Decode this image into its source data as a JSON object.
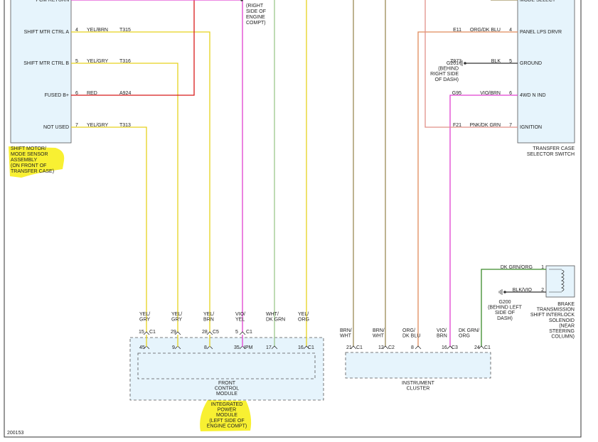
{
  "diagram_id": "200153",
  "shift_motor_assembly": {
    "pins": [
      {
        "label": "PCM RETURN"
      },
      {
        "label": "SHIFT MTR CTRL A",
        "num": "4",
        "color": "YEL/BRN",
        "circuit": "T315"
      },
      {
        "label": "SHIFT MTR CTRL B",
        "num": "5",
        "color": "YEL/GRY",
        "circuit": "T316"
      },
      {
        "label": "FUSED B+",
        "num": "6",
        "color": "RED",
        "circuit": "A924"
      },
      {
        "label": "NOT USED",
        "num": "7",
        "color": "YEL/GRY",
        "circuit": "T313"
      }
    ],
    "name_lines": [
      "SHIFT MOTOR/",
      "MODE SENSOR",
      "ASSEMBLY",
      "(ON FRONT OF",
      "TRANSFER CASE)"
    ]
  },
  "ground_top": {
    "lines": [
      "(RIGHT",
      "SIDE OF",
      "ENGINE",
      "COMPT)"
    ]
  },
  "transfer_case_switch": {
    "pins": [
      {
        "label": "MODE SELECT"
      },
      {
        "label": "PANEL LPS DRVR",
        "num": "4",
        "color": "ORG/DK BLU",
        "circuit": "E11"
      },
      {
        "label": "GROUND",
        "num": "5",
        "color": "BLK",
        "circuit": "Z973"
      },
      {
        "label": "4WD N IND",
        "num": "6",
        "color": "VIO/BRN",
        "circuit": "G95"
      },
      {
        "label": "IGNITION",
        "num": "7",
        "color": "PNK/DK GRN",
        "circuit": "F21"
      }
    ],
    "name_lines": [
      "TRANSFER CASE",
      "SELECTOR SWITCH"
    ]
  },
  "ground_g201": {
    "lines": [
      "G201",
      "(BEHIND",
      "RIGHT SIDE",
      "OF DASH)"
    ]
  },
  "ipm": {
    "wire_labels": [
      {
        "lines": [
          "YEL/",
          "GRY"
        ]
      },
      {
        "lines": [
          "YEL/",
          "GRY"
        ]
      },
      {
        "lines": [
          "YEL/",
          "BRN"
        ]
      },
      {
        "lines": [
          "VIO/",
          "YEL"
        ]
      },
      {
        "lines": [
          "WHT/",
          "DK GRN"
        ]
      },
      {
        "lines": [
          "YEL/",
          "ORG"
        ]
      }
    ],
    "top_pins": [
      {
        "num": "15",
        "conn": "C1"
      },
      {
        "num": "29",
        "conn": ""
      },
      {
        "num": "28",
        "conn": "C5"
      },
      {
        "num": "5",
        "conn": "C1"
      }
    ],
    "bottom_pins": [
      {
        "num": "45",
        "conn": ""
      },
      {
        "num": "9",
        "conn": ""
      },
      {
        "num": "8",
        "conn": ""
      },
      {
        "num": "35",
        "conn": "IPM"
      },
      {
        "num": "17",
        "conn": ""
      },
      {
        "num": "16",
        "conn": "C1"
      }
    ],
    "fcm_lines": [
      "FRONT",
      "CONTROL",
      "MODULE"
    ],
    "ipm_lines": [
      "INTEGRATED",
      "POWER",
      "MODULE",
      "(LEFT SIDE OF",
      "ENGINE COMPT)"
    ]
  },
  "cluster": {
    "wire_labels": [
      {
        "lines": [
          "BRN/",
          "WHT"
        ]
      },
      {
        "lines": [
          "BRN/",
          "WHT"
        ]
      },
      {
        "lines": [
          "ORG/",
          "DK BLU"
        ]
      },
      {
        "lines": [
          "VIO/",
          "BRN"
        ]
      },
      {
        "lines": [
          "DK GRN/",
          "ORG"
        ]
      }
    ],
    "pins": [
      {
        "num": "21",
        "conn": "C1"
      },
      {
        "num": "12",
        "conn": "C2"
      },
      {
        "num": "8",
        "conn": ""
      },
      {
        "num": "16",
        "conn": "C3"
      },
      {
        "num": "24",
        "conn": "C1"
      }
    ],
    "name_lines": [
      "INSTRUMENT",
      "CLUSTER"
    ]
  },
  "solenoid": {
    "pins": [
      {
        "num": "1",
        "color": "DK GRN/ORG"
      },
      {
        "num": "2",
        "color": "BLK/VIO"
      }
    ],
    "ground_lines": [
      "G200",
      "(BEHIND LEFT",
      "SIDE OF",
      "DASH)"
    ],
    "name_lines": [
      "BRAKE",
      "TRANSMISSION",
      "SHIFT INTERLOCK",
      "SOLENOID",
      "(NEAR",
      "STEERING",
      "COLUMN)"
    ]
  },
  "colors": {
    "wire_yellow": "#e6d21e",
    "wire_red": "#d81b1b",
    "wire_pink": "#e040d0",
    "wire_green": "#9cc88c",
    "wire_brown": "#9c8a55",
    "wire_orange": "#e08a5a",
    "wire_pink_dk_grn": "#e09088",
    "wire_dk_grn_org": "#3a8a2a",
    "box_fill": "#e6f4fc",
    "highlight": "#f8f032"
  }
}
